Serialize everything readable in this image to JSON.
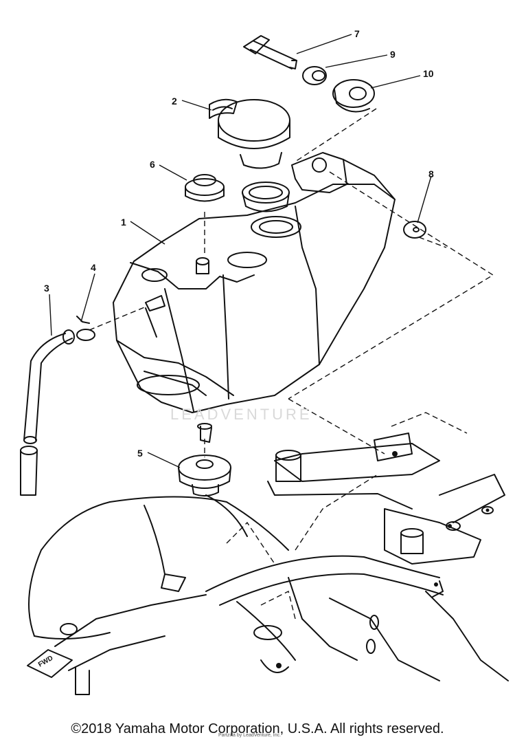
{
  "callouts": [
    {
      "id": "1",
      "label": "1"
    },
    {
      "id": "2",
      "label": "2"
    },
    {
      "id": "3",
      "label": "3"
    },
    {
      "id": "4",
      "label": "4"
    },
    {
      "id": "5",
      "label": "5"
    },
    {
      "id": "6",
      "label": "6"
    },
    {
      "id": "7",
      "label": "7"
    },
    {
      "id": "8",
      "label": "8"
    },
    {
      "id": "9",
      "label": "9"
    },
    {
      "id": "10",
      "label": "10"
    }
  ],
  "direction_marker": "FWD",
  "watermark": "LEADVENTURE",
  "footer": {
    "copyright": "©2018 Yamaha Motor Corporation, U.S.A. All rights reserved.",
    "subtext": "Partzilla by LeadVenture, Inc."
  }
}
